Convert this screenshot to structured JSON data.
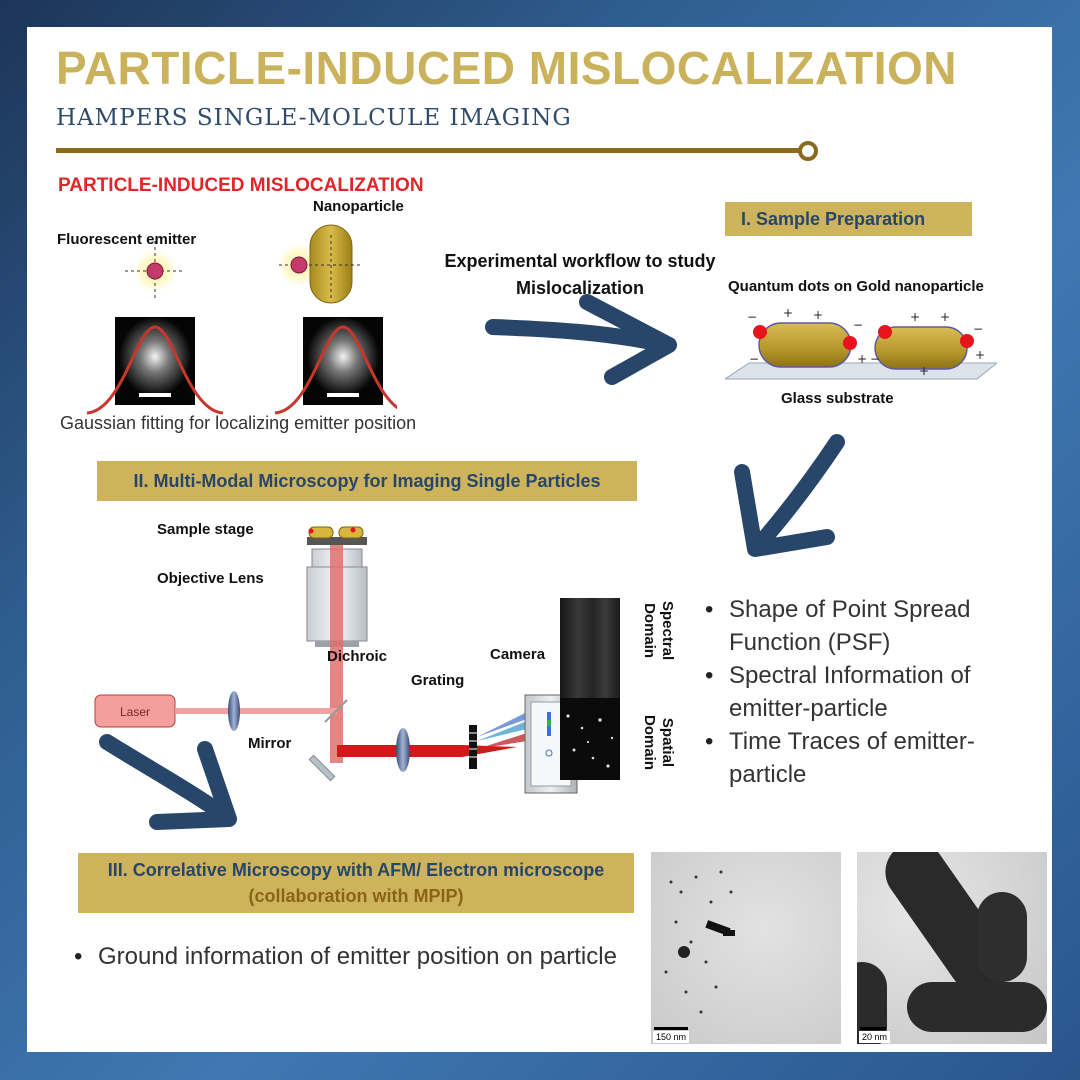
{
  "title": "PARTICLE-INDUCED MISLOCALIZATION",
  "subtitle": "HAMPERS SINGLE-MOLCULE IMAGING",
  "section_mislocalization": {
    "heading": "PARTICLE-INDUCED MISLOCALIZATION",
    "fluorescent_label": "Fluorescent  emitter",
    "nanoparticle_label": "Nanoparticle",
    "caption": "Gaussian fitting for localizing emitter position"
  },
  "workflow": {
    "line1": "Experimental workflow to study",
    "line2": "Mislocalization"
  },
  "sample_prep": {
    "banner": "I. Sample Preparation",
    "caption": "Quantum dots on Gold nanoparticle",
    "substrate": "Glass substrate"
  },
  "microscopy": {
    "banner": "II. Multi-Modal Microscopy for Imaging Single Particles",
    "sample_stage": "Sample stage",
    "objective_lens": "Objective Lens",
    "dichroic": "Dichroic",
    "camera": "Camera",
    "grating": "Grating",
    "laser": "Laser",
    "mirror": "Mirror",
    "spectral_domain_1": "Spectral",
    "spectral_domain_2": "Domain",
    "spatial_domain_1": "Spatial",
    "spatial_domain_2": "Domain",
    "bullets": [
      "Shape of Point Spread Function (PSF)",
      "Spectral Information of emitter-particle",
      "Time Traces of emitter-particle"
    ]
  },
  "correlative": {
    "banner_line1": "III. Correlative Microscopy with AFM/ Electron microscope",
    "banner_line2": "(collaboration with MPIP)",
    "bullet": "Ground information of emitter position on particle",
    "scale_left": "150 nm",
    "scale_right": "20 nm"
  },
  "colors": {
    "gold": "#c9b25b",
    "navy": "#2e4b6d",
    "red": "#e0262a",
    "arrow": "#27466a"
  }
}
